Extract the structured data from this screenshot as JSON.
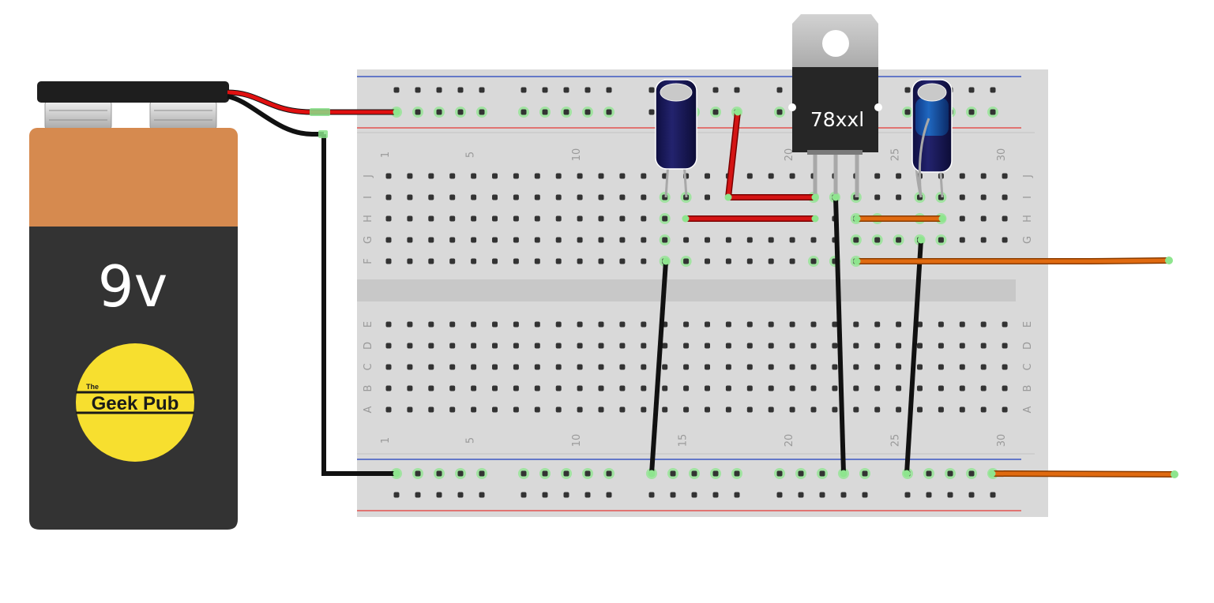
{
  "battery": {
    "voltage_label": "9v",
    "logo": {
      "small_text": "The",
      "main_text": "Geek Pub"
    }
  },
  "regulator": {
    "label": "78xxl"
  },
  "breadboard": {
    "column_numbers": [
      "1",
      "5",
      "10",
      "15",
      "20",
      "25",
      "30"
    ],
    "top_row_letters": [
      "J",
      "I",
      "H",
      "G",
      "F"
    ],
    "bottom_row_letters": [
      "E",
      "D",
      "C",
      "B",
      "A"
    ]
  },
  "colors": {
    "board": "#d9d9d9",
    "hole": "#333333",
    "highlight": "#8ee58e",
    "wire_red": "#cc1111",
    "wire_black": "#1a1a1a",
    "wire_orange": "#e06a10",
    "rail_red": "#e53935",
    "rail_blue": "#1e3fbf",
    "battery_copper": "#d68a4f",
    "battery_body": "#333333",
    "logo_yellow": "#f7df2f"
  }
}
